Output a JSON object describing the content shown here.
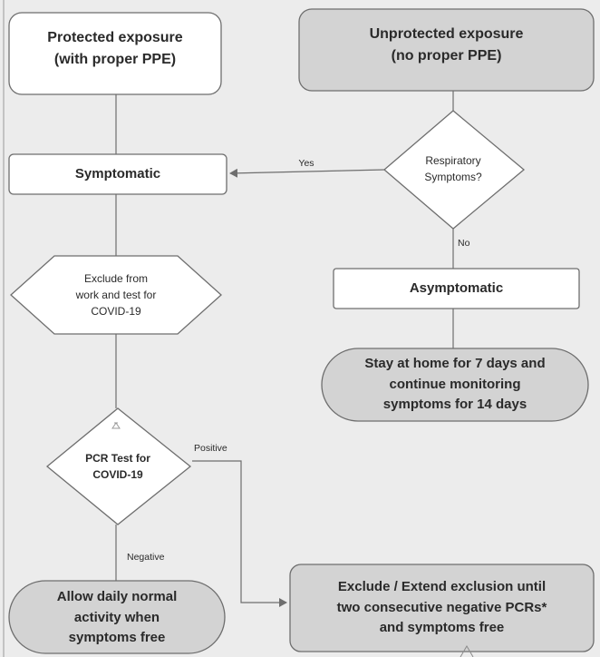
{
  "nodes": {
    "protected_exposure": "Protected exposure\n(with proper PPE)",
    "unprotected_exposure": "Unprotected exposure\n(no proper PPE)",
    "symptomatic": "Symptomatic",
    "respiratory_symptoms": "Respiratory\nSymptoms?",
    "exclude_and_test": "Exclude from\nwork and test for\nCOVID-19",
    "asymptomatic": "Asymptomatic",
    "stay_home": "Stay at home for 7 days and\ncontinue monitoring\nsymptoms for 14 days",
    "pcr_test": "PCR Test for\nCOVID-19",
    "allow_activity": "Allow daily normal\nactivity when\nsymptoms free",
    "exclude_extend": "Exclude / Extend exclusion until\ntwo consecutive negative PCRs*\nand symptoms free"
  },
  "edges": {
    "yes": "Yes",
    "no": "No",
    "positive": "Positive",
    "negative": "Negative"
  },
  "colors": {
    "background": "#ececec",
    "box_fill": "#ffffff",
    "terminal_fill": "#d3d3d3",
    "stroke": "#6e6e6e",
    "text": "#2a2a2a"
  }
}
